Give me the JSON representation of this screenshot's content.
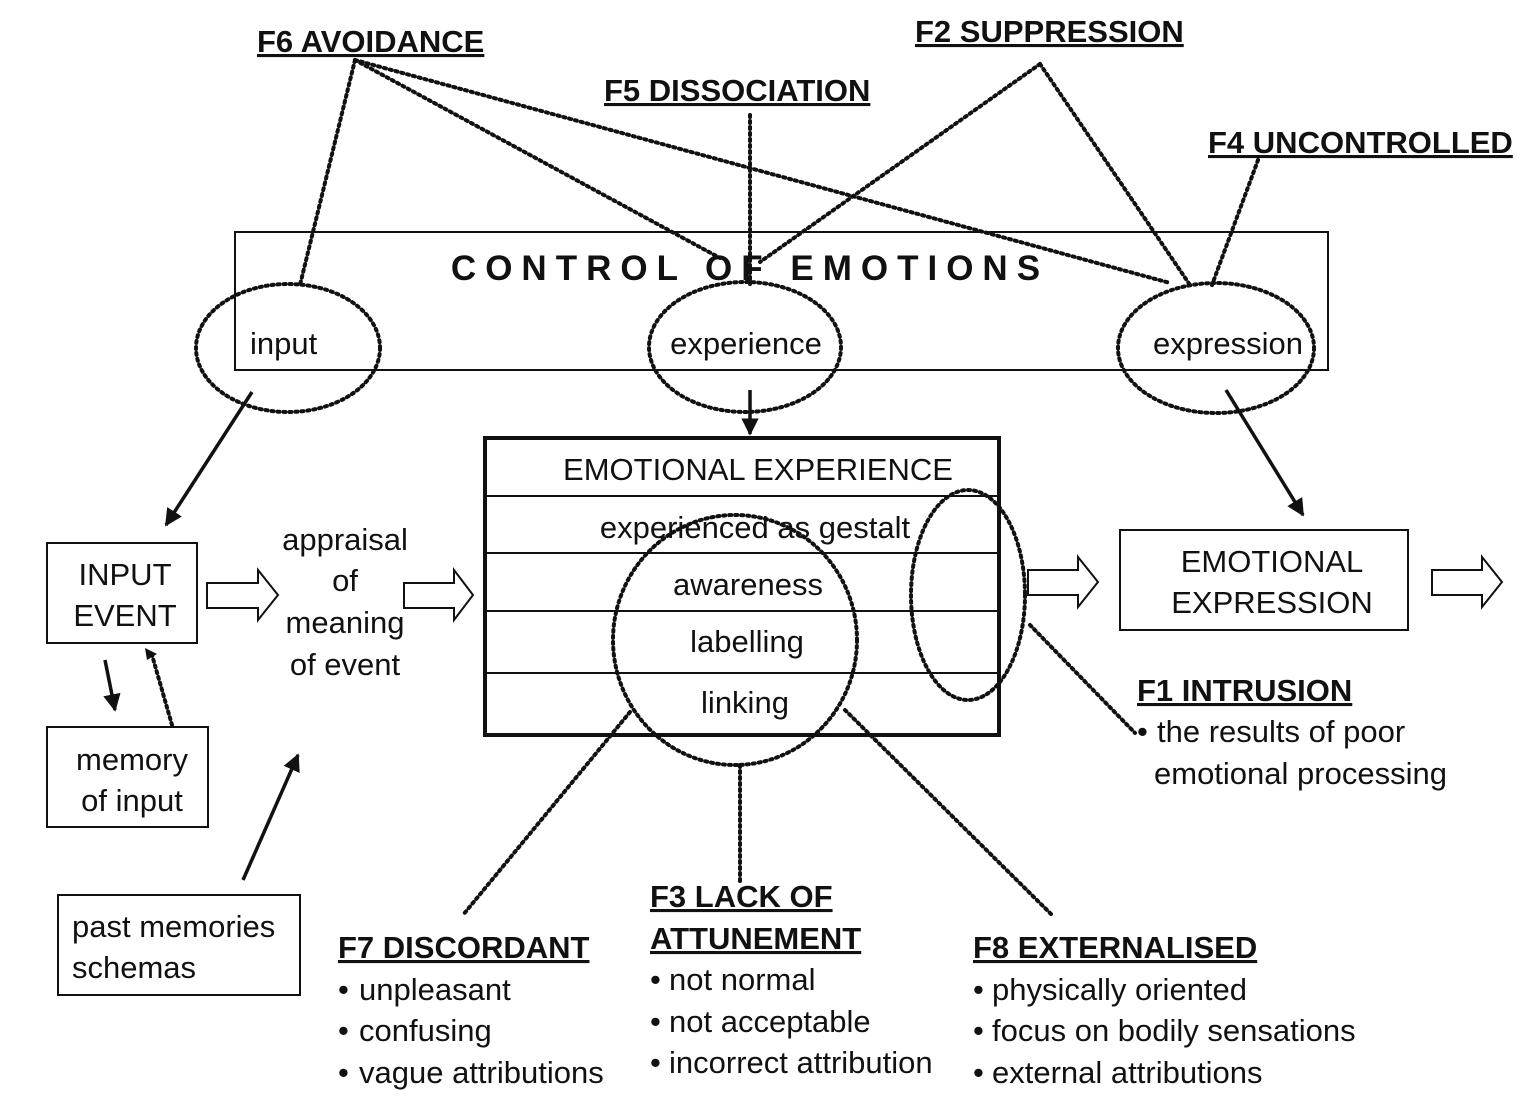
{
  "factors": {
    "f6": "F6 AVOIDANCE",
    "f2": "F2 SUPPRESSION",
    "f5": "F5 DISSOCIATION",
    "f4": "F4 UNCONTROLLED",
    "f1": "F1 INTRUSION",
    "f7": "F7 DISCORDANT",
    "f3_line1": "F3 LACK OF",
    "f3_line2": "ATTUNEMENT",
    "f8": "F8 EXTERNALISED"
  },
  "control": {
    "title": "CONTROL OF EMOTIONS",
    "input": "input",
    "experience": "experience",
    "expression": "expression"
  },
  "input_event": [
    "INPUT",
    "EVENT"
  ],
  "memory_of_input": [
    "memory",
    "of input"
  ],
  "past_memories": [
    "past memories",
    "schemas"
  ],
  "appraisal": [
    "appraisal",
    "of",
    "meaning",
    "of event"
  ],
  "emotional_experience": {
    "title": "EMOTIONAL EXPERIENCE",
    "rows": [
      "experienced as gestalt",
      "awareness",
      "labelling",
      "linking"
    ]
  },
  "emotional_expression": [
    "EMOTIONAL",
    "EXPRESSION"
  ],
  "f1_bullets": [
    "the results of poor",
    "emotional processing"
  ],
  "f7_bullets": [
    "unpleasant",
    "confusing",
    "vague attributions"
  ],
  "f3_bullets": [
    "not normal",
    "not acceptable",
    "incorrect attribution"
  ],
  "f8_bullets": [
    "physically oriented",
    "focus on bodily sensations",
    "external attributions"
  ],
  "bullet_char": "•"
}
